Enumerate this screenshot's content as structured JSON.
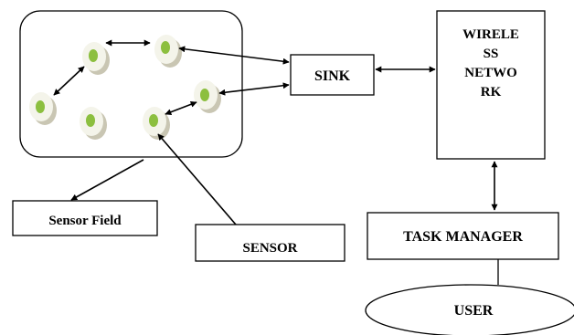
{
  "labels": {
    "sink": "SINK",
    "wireless_network": [
      "WIRELE",
      "SS",
      "NETWO",
      "RK"
    ],
    "task_manager": "TASK MANAGER",
    "user": "USER",
    "sensor_field": "Sensor Field",
    "sensor": "SENSOR"
  },
  "colors": {
    "node_inner": "#8cbf3f",
    "node_outer": "#f4f4ea",
    "node_shadow": "#c9c6b3",
    "stroke": "#000000",
    "background": "#ffffff"
  }
}
